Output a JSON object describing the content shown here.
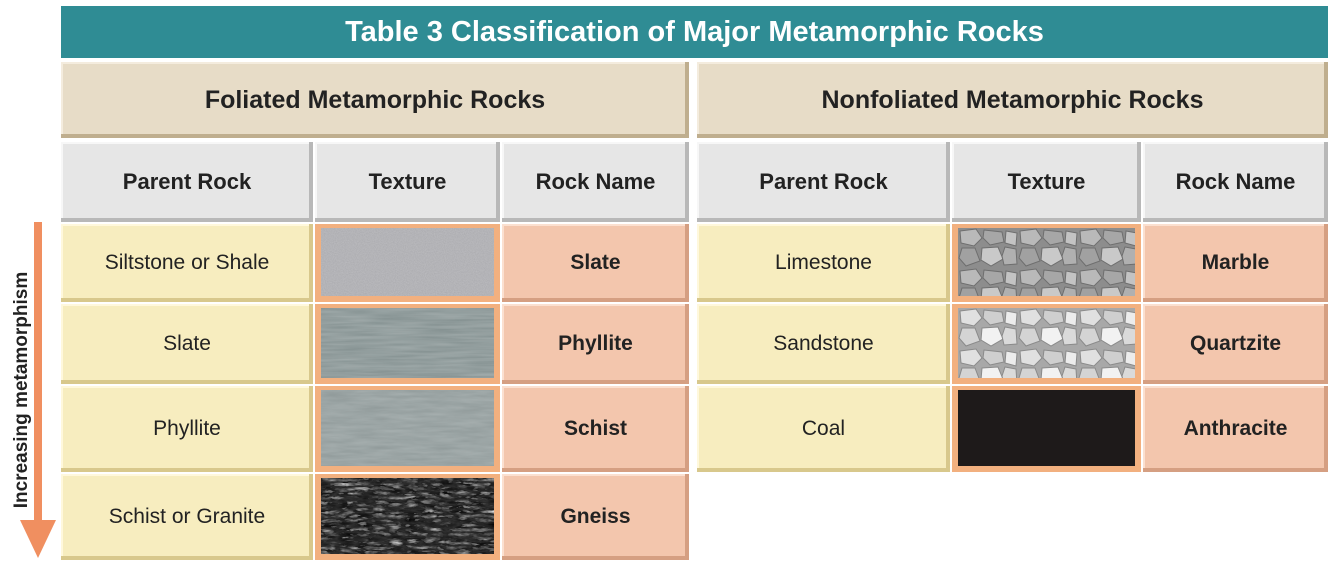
{
  "title": "Table 3  Classification of Major Metamorphic Rocks",
  "arrow_label": "Increasing metamorphism",
  "colors": {
    "title_bar": "#2f8c94",
    "group_header": "#e7dcc7",
    "column_header": "#e6e6e6",
    "parent_rock": "#f7edbf",
    "rock_name": "#f3c6ad",
    "texture_frame": "#f2b07f",
    "arrow": "#f08f60"
  },
  "foliated": {
    "heading": "Foliated Metamorphic Rocks",
    "columns": [
      "Parent Rock",
      "Texture",
      "Rock Name"
    ],
    "rows": [
      {
        "parent": "Siltstone or Shale",
        "texture": "fine-grained-gray",
        "name": "Slate"
      },
      {
        "parent": "Slate",
        "texture": "wavy-sheen",
        "name": "Phyllite"
      },
      {
        "parent": "Phyllite",
        "texture": "wavy-gray",
        "name": "Schist"
      },
      {
        "parent": "Schist or Granite",
        "texture": "banded-dark",
        "name": "Gneiss"
      }
    ]
  },
  "nonfoliated": {
    "heading": "Nonfoliated Metamorphic Rocks",
    "columns": [
      "Parent Rock",
      "Texture",
      "Rock Name"
    ],
    "rows": [
      {
        "parent": "Limestone",
        "texture": "interlocking-crystals-gray",
        "name": "Marble"
      },
      {
        "parent": "Sandstone",
        "texture": "interlocking-crystals-light",
        "name": "Quartzite"
      },
      {
        "parent": "Coal",
        "texture": "solid-black",
        "name": "Anthracite"
      }
    ]
  }
}
